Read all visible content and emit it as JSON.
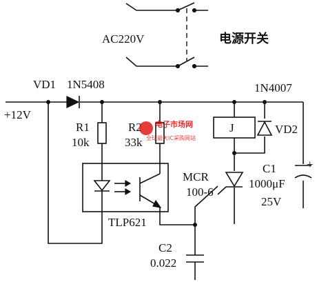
{
  "labels": {
    "ac_supply": "AC220V",
    "power_switch": "电源开关",
    "diode_vd1_ref": "VD1",
    "diode_vd1_part": "1N5408",
    "diode_vd2_part": "1N4007",
    "diode_vd2_ref": "VD2",
    "supply_voltage": "+12V",
    "r1_ref": "R1",
    "r1_value": "10k",
    "r2_ref": "R2",
    "r2_value": "33k",
    "relay_ref": "J",
    "scr_ref": "MCR",
    "scr_part": "100-6",
    "c1_ref": "C1",
    "c1_value": "1000μF",
    "c1_voltage": "25V",
    "c1_polarity": "+",
    "optocoupler_ref": "TLP621",
    "c2_ref": "C2",
    "c2_value": "0.022"
  },
  "watermark": {
    "text": "电子市场网",
    "sub": "全球最大IC采购网站",
    "color": "#e31a1a"
  },
  "colors": {
    "line": "#111111",
    "background": "#ffffff"
  }
}
